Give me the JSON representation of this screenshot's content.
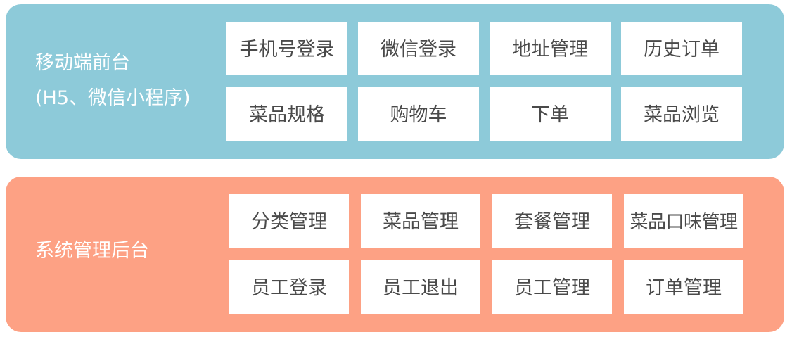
{
  "colors": {
    "front_panel": "#8dcad9",
    "back_panel": "#fda184",
    "tile_bg": "#ffffff",
    "tile_text": "#4a4a4a",
    "panel_text": "#ffffff"
  },
  "front": {
    "title_line1": "移动端前台",
    "title_line2": "(H5、微信小程序)",
    "tiles": [
      "手机号登录",
      "微信登录",
      "地址管理",
      "历史订单",
      "菜品规格",
      "购物车",
      "下单",
      "菜品浏览"
    ]
  },
  "back": {
    "title": "系统管理后台",
    "tiles": [
      "分类管理",
      "菜品管理",
      "套餐管理",
      "菜品口味管理",
      "员工登录",
      "员工退出",
      "员工管理",
      "订单管理"
    ]
  }
}
